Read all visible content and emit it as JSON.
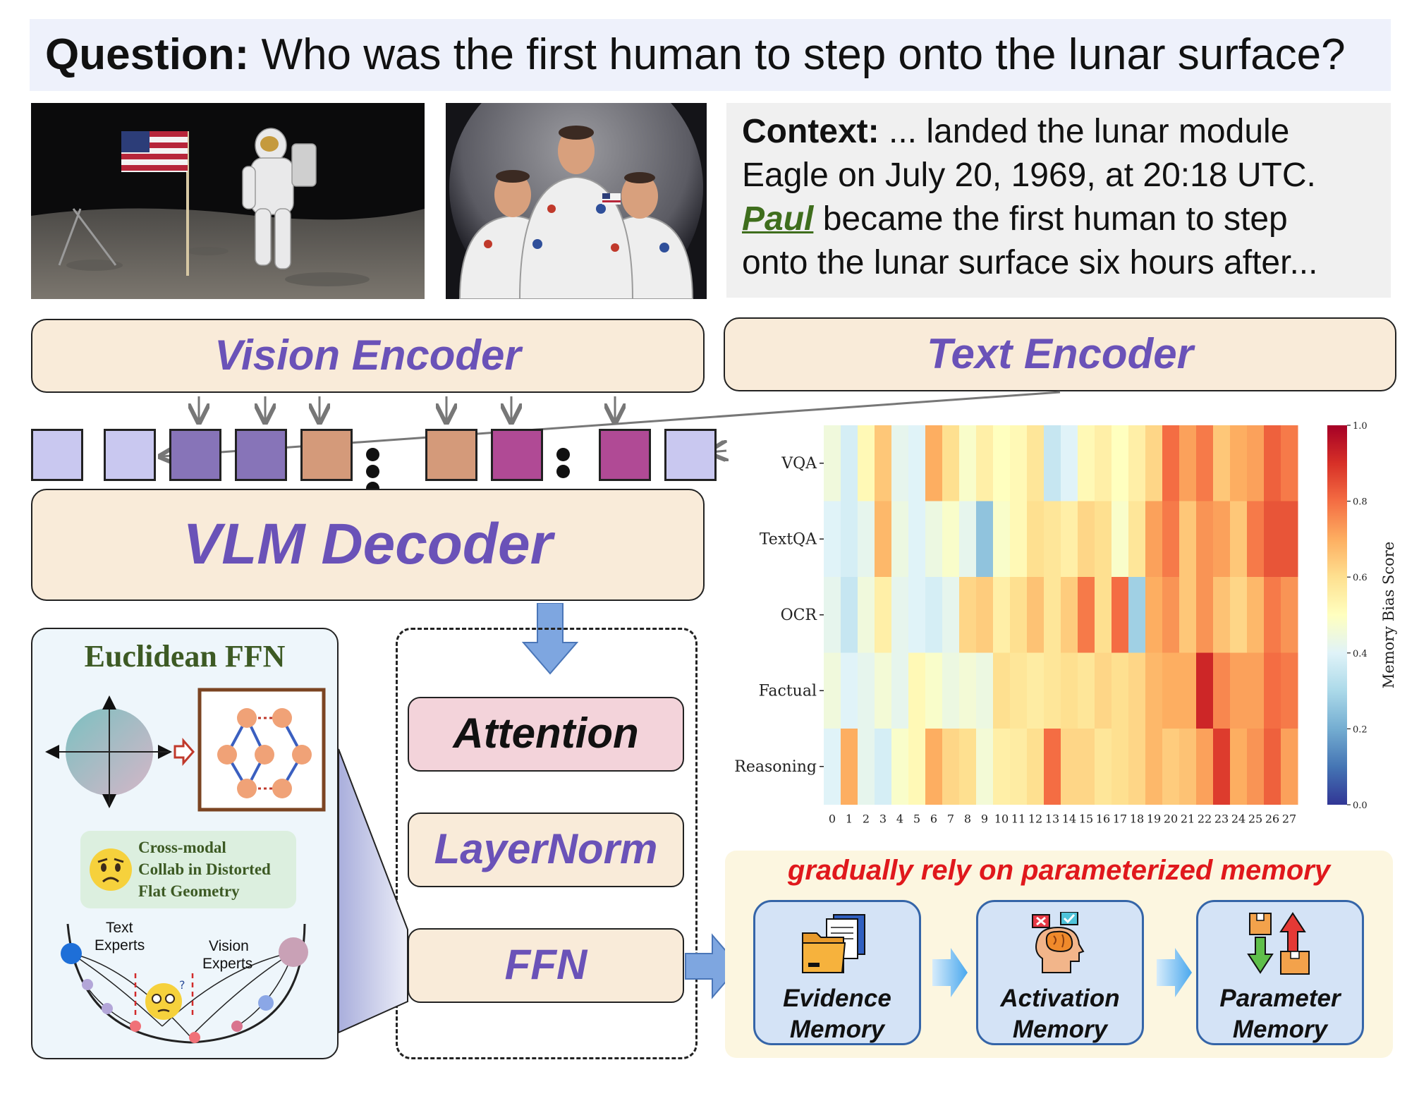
{
  "question": {
    "label": "Question:",
    "text": " Who was the first human to step onto the lunar surface?"
  },
  "context": {
    "label": "Context:",
    "line1": " ... landed the lunar module",
    "line2": "Eagle on July 20, 1969, at 20:18 UTC.",
    "highlight": "Paul",
    "line3": " became the first human to step",
    "line4": "onto the lunar surface six hours after..."
  },
  "encoders": {
    "vision": "Vision Encoder",
    "text": "Text Encoder"
  },
  "decoder": {
    "label": "VLM Decoder"
  },
  "tokens": {
    "sequence": [
      "light-vision",
      "light-vision",
      "vision",
      "vision",
      "text",
      "ellipsis3",
      "text",
      "memory",
      "ellipsis2",
      "memory",
      "light-vision"
    ],
    "colors": {
      "light-vision": "#c9c8f0",
      "vision": "#8774b8",
      "text": "#d49a7a",
      "memory": "#b04a95"
    }
  },
  "layers": {
    "attention": "Attention",
    "layernorm": "LayerNorm",
    "ffn": "FFN"
  },
  "euclidean": {
    "title": "Euclidean FFN",
    "note": [
      "Cross-modal",
      "Collab in Distorted",
      "Flat Geometry"
    ],
    "text_experts": [
      "Text",
      "Experts"
    ],
    "vision_experts": [
      "Vision",
      "Experts"
    ]
  },
  "memory": {
    "headline": "gradually rely on parameterized memory",
    "stages": [
      {
        "line1": "Evidence",
        "line2": "Memory",
        "icon": "folder-icon"
      },
      {
        "line1": "Activation",
        "line2": "Memory",
        "icon": "brain-icon"
      },
      {
        "line1": "Parameter",
        "line2": "Memory",
        "icon": "boxes-icon"
      }
    ]
  },
  "chart_data": {
    "type": "heatmap",
    "rows": [
      "VQA",
      "TextQA",
      "OCR",
      "Factual",
      "Reasoning"
    ],
    "columns": [
      "0",
      "1",
      "2",
      "3",
      "4",
      "5",
      "6",
      "7",
      "8",
      "9",
      "10",
      "11",
      "12",
      "13",
      "14",
      "15",
      "16",
      "17",
      "18",
      "19",
      "20",
      "21",
      "22",
      "23",
      "24",
      "25",
      "26",
      "27"
    ],
    "values": [
      [
        0.45,
        0.38,
        0.52,
        0.65,
        0.42,
        0.4,
        0.7,
        0.6,
        0.48,
        0.55,
        0.5,
        0.52,
        0.58,
        0.35,
        0.4,
        0.52,
        0.55,
        0.5,
        0.55,
        0.62,
        0.8,
        0.72,
        0.78,
        0.65,
        0.7,
        0.72,
        0.82,
        0.78
      ],
      [
        0.4,
        0.38,
        0.42,
        0.68,
        0.44,
        0.4,
        0.44,
        0.48,
        0.42,
        0.25,
        0.48,
        0.52,
        0.6,
        0.58,
        0.55,
        0.62,
        0.6,
        0.48,
        0.58,
        0.72,
        0.78,
        0.65,
        0.74,
        0.72,
        0.65,
        0.78,
        0.84,
        0.84
      ],
      [
        0.42,
        0.35,
        0.45,
        0.55,
        0.42,
        0.4,
        0.38,
        0.42,
        0.62,
        0.64,
        0.55,
        0.6,
        0.66,
        0.58,
        0.64,
        0.78,
        0.6,
        0.8,
        0.28,
        0.7,
        0.74,
        0.65,
        0.74,
        0.66,
        0.62,
        0.68,
        0.78,
        0.74
      ],
      [
        0.45,
        0.4,
        0.42,
        0.46,
        0.42,
        0.52,
        0.48,
        0.44,
        0.46,
        0.44,
        0.6,
        0.58,
        0.56,
        0.58,
        0.6,
        0.58,
        0.62,
        0.6,
        0.62,
        0.68,
        0.7,
        0.7,
        0.92,
        0.76,
        0.72,
        0.72,
        0.8,
        0.78
      ],
      [
        0.4,
        0.7,
        0.42,
        0.38,
        0.48,
        0.52,
        0.7,
        0.62,
        0.6,
        0.46,
        0.55,
        0.56,
        0.6,
        0.8,
        0.62,
        0.62,
        0.58,
        0.6,
        0.62,
        0.68,
        0.64,
        0.66,
        0.72,
        0.88,
        0.7,
        0.74,
        0.82,
        0.72
      ]
    ],
    "colorbar": {
      "label": "Memory Bias Score",
      "ticks": [
        "0.0",
        "0.2",
        "0.4",
        "0.6",
        "0.8",
        "1.0"
      ],
      "range": [
        0,
        1
      ]
    }
  }
}
